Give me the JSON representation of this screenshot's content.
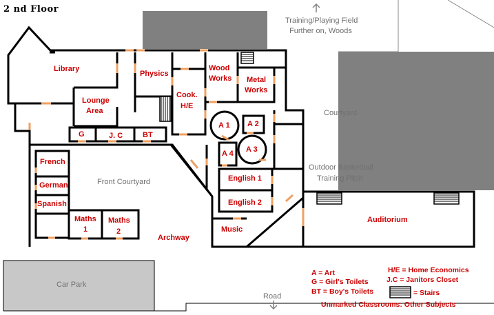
{
  "title": "2 nd Floor",
  "outside": {
    "field": "Training/Playing Field",
    "woods": "Further on, Woods",
    "courtyard": "Courtyard",
    "basketball": "Outdoor Basketball",
    "pitch": "Training Pitch",
    "front_courtyard": "Front Courtyard",
    "archway": "Archway",
    "car_park": "Car Park",
    "road": "Road"
  },
  "rooms": {
    "library": "Library",
    "lounge": "Lounge",
    "lounge_area": "Area",
    "physics": "Physics",
    "wood": "Wood",
    "works": "Works",
    "metal": "Metal",
    "cook": "Cook.",
    "he": "H/E",
    "a1": "A 1",
    "a2": "A 2",
    "a3": "A 3",
    "a4": "A 4",
    "g": "G",
    "jc": "J. C",
    "bt": "BT",
    "french": "French",
    "german": "German",
    "spanish": "Spanish",
    "maths": "Maths",
    "one": "1",
    "two": "2",
    "english1": "English 1",
    "english2": "English 2",
    "music": "Music",
    "auditorium": "Auditorium"
  },
  "legend": {
    "art": "A = Art",
    "girls": "G = Girl's Toilets",
    "boys": "BT = Boy's Toilets",
    "home_ec": "H/E = Home Economics",
    "janitor": "J.C = Janitors Closet",
    "stairs": "= Stairs",
    "unmarked": "Unmarked Classrooms: Other Subjects"
  },
  "colors": {
    "wall": "#000000",
    "door": "#f0a060",
    "dark_grey": "#808080",
    "light_grey": "#c8c8c8",
    "label_red": "#cc0000"
  }
}
